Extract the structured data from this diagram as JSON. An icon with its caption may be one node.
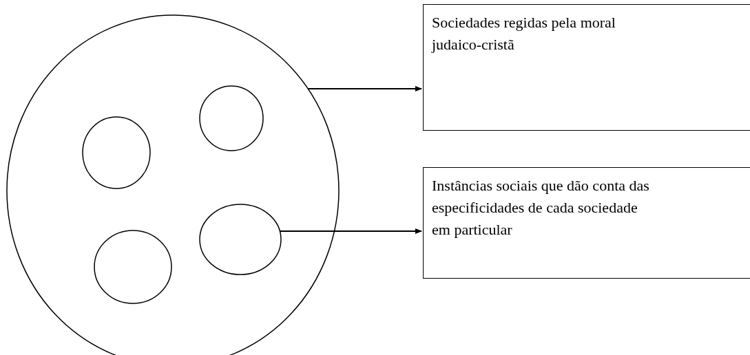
{
  "diagram": {
    "nodes": [
      {
        "text": [],
        "shape": "circle"
      },
      {
        "text": [],
        "shape": "circle",
        "in": 0
      },
      {
        "text": [],
        "shape": "circle",
        "in": 0
      },
      {
        "text": [],
        "shape": "circle",
        "in": 0
      },
      {
        "text": [],
        "shape": "circle",
        "in": 0
      },
      {
        "text": [
          "Sociedades regidas pela moral judaico-cristã"
        ]
      },
      {
        "text": [
          "Instâncias sociais que dão conta das especificidades de cada sociedade em particular"
        ]
      }
    ],
    "edges": [
      {
        "from": 0,
        "to": 5,
        "arrow": "to"
      },
      {
        "from": 3,
        "to": 6,
        "arrow": "to"
      }
    ]
  }
}
